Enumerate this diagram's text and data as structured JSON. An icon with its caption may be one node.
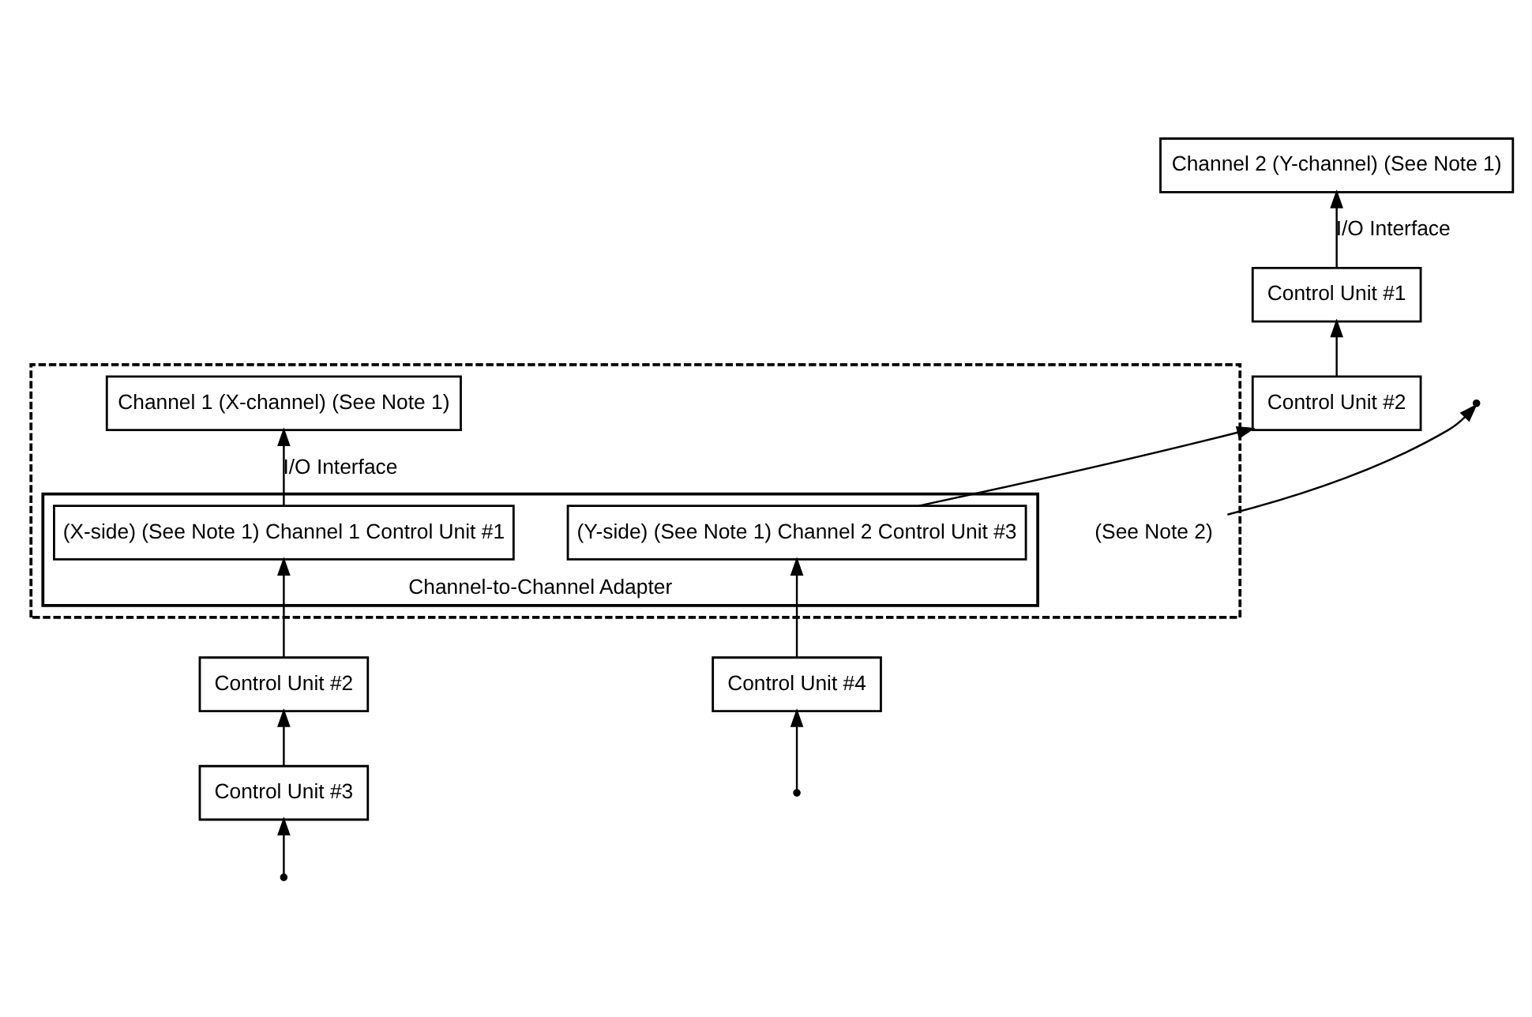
{
  "diagram": {
    "nodes": [
      {
        "text": [],
        "shape": "box"
      },
      {
        "text": [
          "Channel 1 (X-channel) (See Note 1)"
        ],
        "in": 0
      },
      {
        "text": [
          "Channel-to-Channel Adapter"
        ],
        "in": 0
      },
      {
        "text": [
          "(X-side) (See Note 1) Channel 1 Control Unit #1"
        ],
        "in": 2
      },
      {
        "text": [
          "(Y-side) (See Note 1) Channel 2 Control Unit #3"
        ],
        "in": 2
      },
      {
        "text": [
          "(See Note 2)"
        ],
        "in": 0
      },
      {
        "text": [
          "Channel 2 (Y-channel) (See Note 1)"
        ]
      },
      {
        "text": [
          "Control Unit #1"
        ]
      },
      {
        "text": [
          "Control Unit #2"
        ]
      },
      {
        "text": [
          "Control Unit #4"
        ]
      },
      {
        "text": [
          "Control Unit #2"
        ]
      },
      {
        "text": [
          "Control Unit #3"
        ]
      }
    ],
    "edges": [
      {
        "from": 3,
        "to": 1,
        "arrow": "to",
        "label": "I/O Interface"
      },
      {
        "from": 5,
        "to": null,
        "arrow": "to"
      },
      {
        "from": 4,
        "to": 8,
        "arrow": "to"
      },
      {
        "from": 8,
        "to": 7,
        "arrow": "to"
      },
      {
        "from": 7,
        "to": 6,
        "arrow": "to",
        "label": "I/O Interface"
      },
      {
        "from": 9,
        "to": 4,
        "arrow": "to"
      },
      {
        "from": null,
        "to": 9,
        "arrow": "to"
      },
      {
        "from": 10,
        "to": 3,
        "arrow": "to"
      },
      {
        "from": 11,
        "to": 10,
        "arrow": "to"
      },
      {
        "from": null,
        "to": 11,
        "arrow": "to"
      }
    ]
  }
}
